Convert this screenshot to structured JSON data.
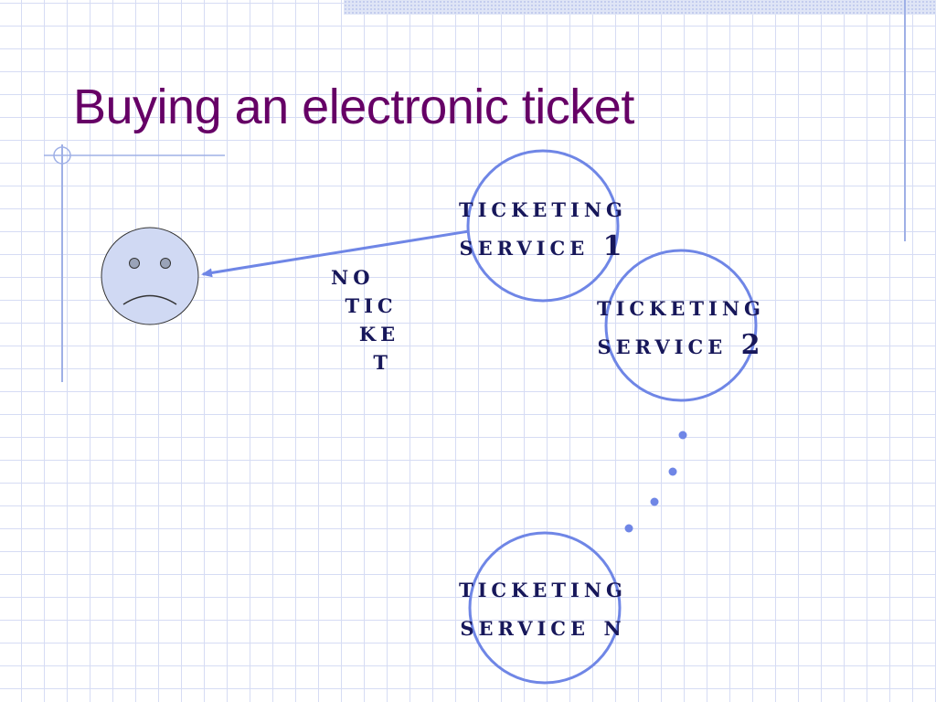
{
  "slide": {
    "title": "Buying an electronic ticket"
  },
  "diagram": {
    "nodes": [
      {
        "id": "service-1",
        "line1": "TICKETING",
        "line2": "SERVICE 1"
      },
      {
        "id": "service-2",
        "line1": "TICKETING",
        "line2": "SERVICE 2"
      },
      {
        "id": "service-n",
        "line1": "TICKETING",
        "line2": "SERVICE N"
      }
    ],
    "user_label": "NO\n TIC\n  KE\n   T",
    "user_icon": "sad-face-icon",
    "edge": "service-1 to user",
    "colors": {
      "title": "#660066",
      "label": "#17175a",
      "circle_stroke": "#6f86e6",
      "face_fill": "#d0d9f3"
    }
  }
}
